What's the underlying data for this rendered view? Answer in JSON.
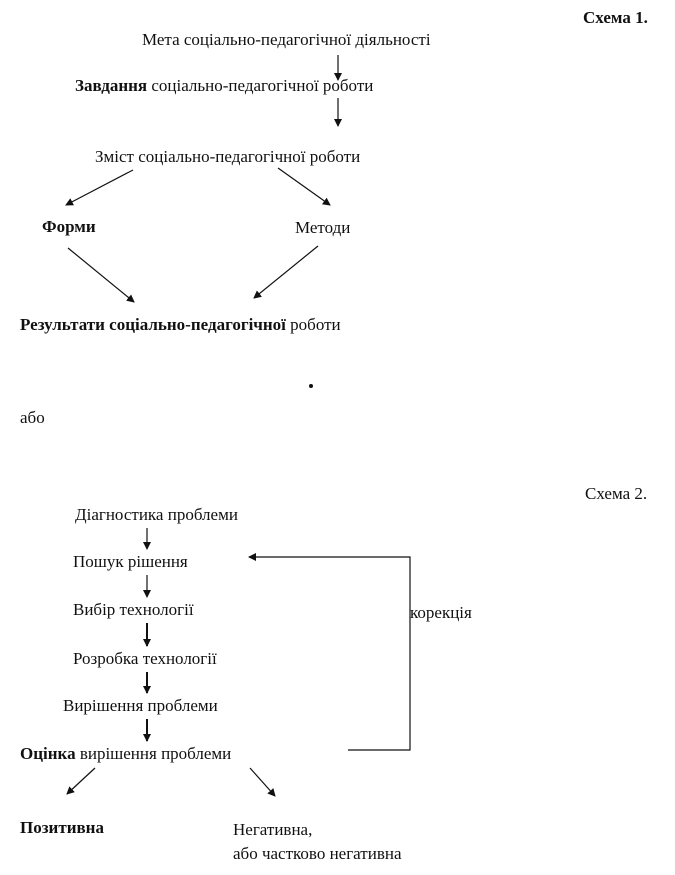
{
  "scheme1": {
    "label": "Схема 1.",
    "goal": "Мета соціально-педагогічної діяльності",
    "tasks_bold": "Завдання",
    "tasks_rest": " соціально-педагогічної роботи",
    "content": "Зміст соціально-педагогічної роботи",
    "forms": "Форми",
    "methods": "Методи",
    "results_bold": "Результати соціально-педагогічної",
    "results_rest": " роботи"
  },
  "separator": "або",
  "scheme2": {
    "label": "Схема 2.",
    "steps": [
      "Діагностика проблеми",
      "Пошук рішення",
      "Вибір технології",
      "Розробка технології",
      "Вирішення проблеми"
    ],
    "evaluation_bold": "Оцінка",
    "evaluation_rest": " вирішення проблеми",
    "correction": "корекція",
    "positive": "Позитивна",
    "negative_line1": "Негативна,",
    "negative_line2": "або частково негативна"
  }
}
